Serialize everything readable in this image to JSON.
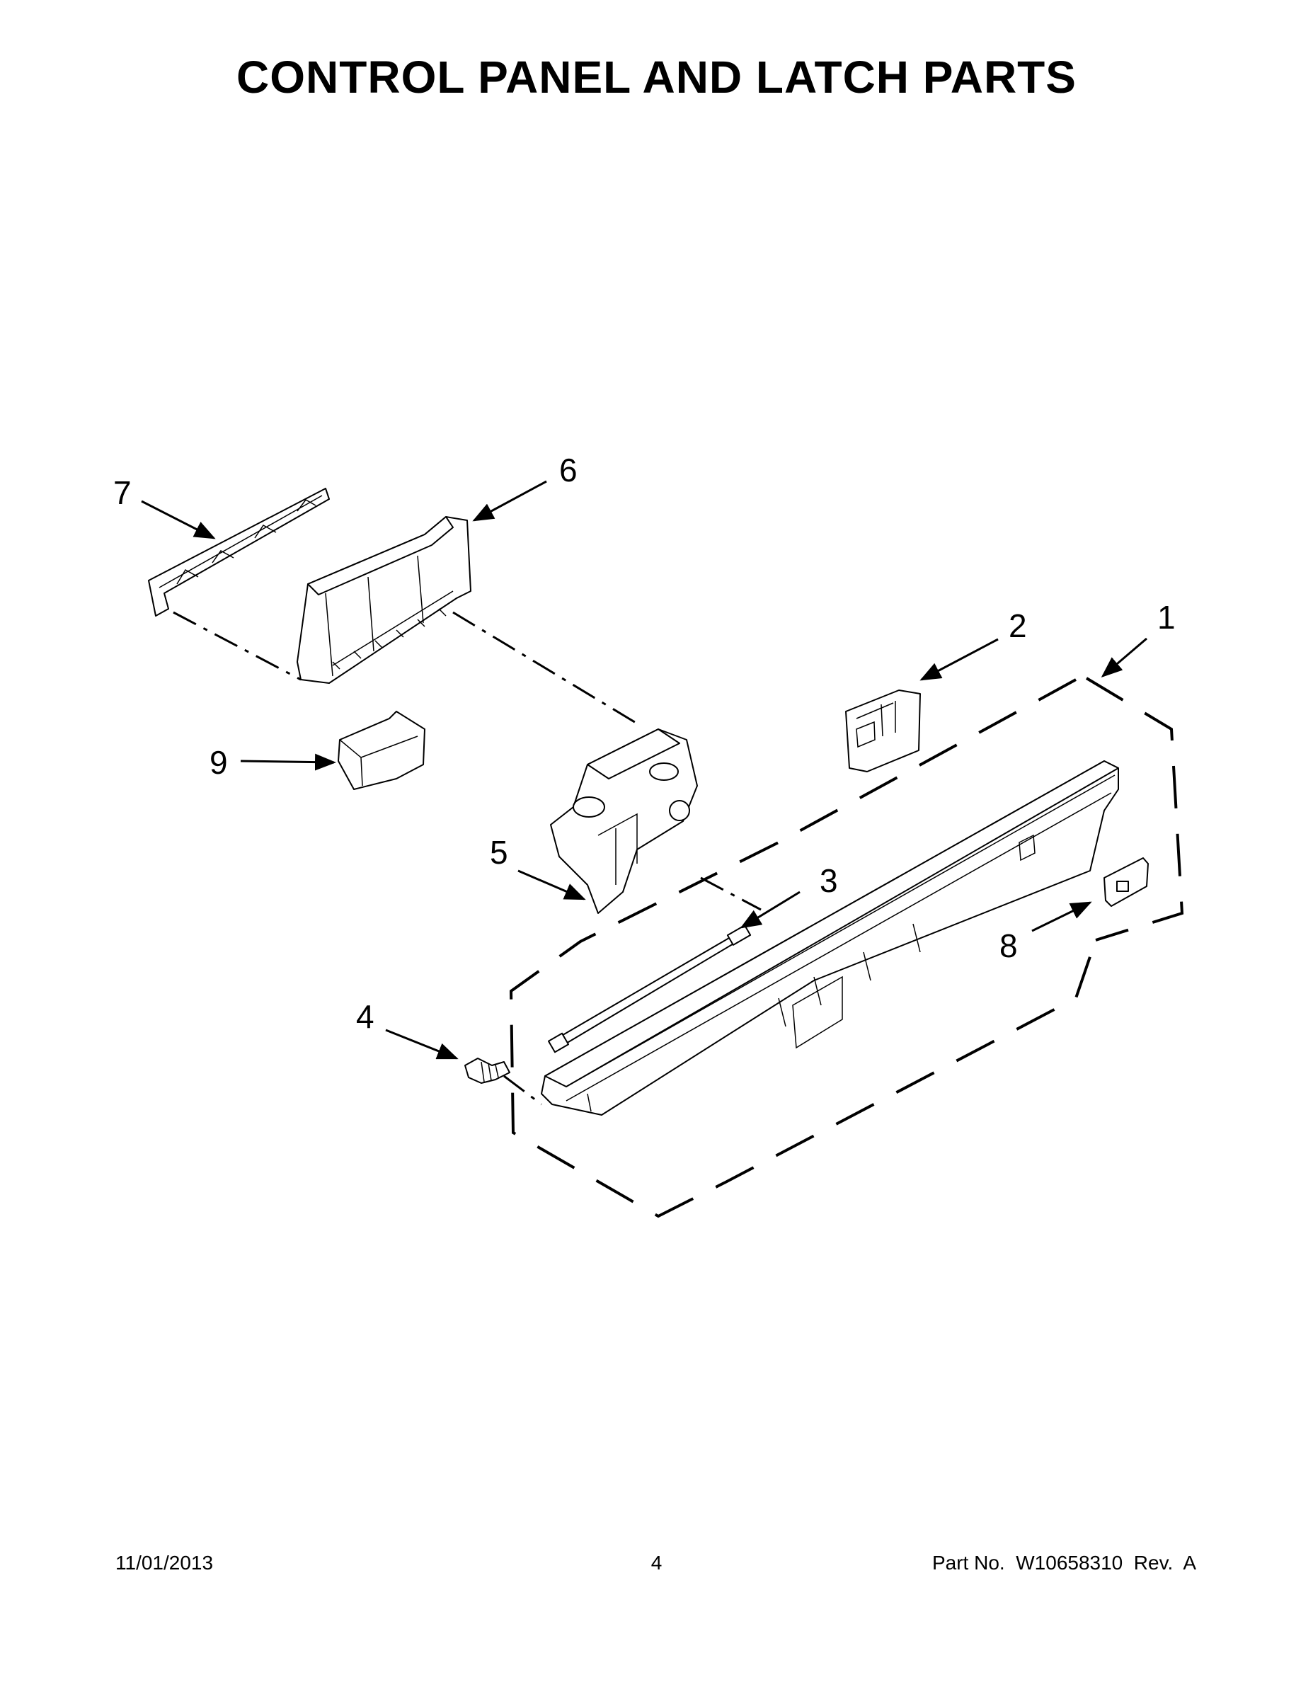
{
  "title": "CONTROL PANEL AND LATCH PARTS",
  "callouts": {
    "c1": "1",
    "c2": "2",
    "c3": "3",
    "c4": "4",
    "c5": "5",
    "c6": "6",
    "c7": "7",
    "c8": "8",
    "c9": "9"
  },
  "footer": {
    "date": "11/01/2013",
    "page": "4",
    "part_no": "Part No.  W10658310  Rev.  A"
  }
}
